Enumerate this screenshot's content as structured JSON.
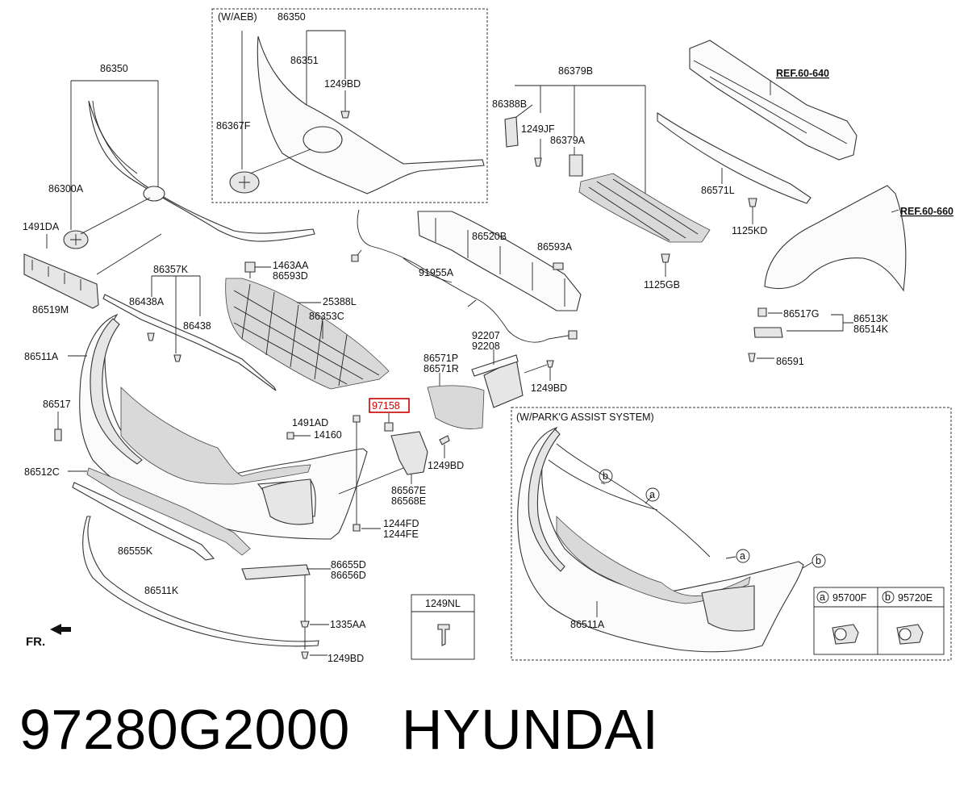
{
  "caption": {
    "part_number": "97280G2000",
    "brand": "HYUNDAI"
  },
  "highlight": {
    "label": "97158",
    "color": "#cc0000"
  },
  "frames": {
    "aeb": "(W/AEB)",
    "park_assist": "(W/PARK'G ASSIST SYSTEM)",
    "clip_box": "1249NL"
  },
  "refs": {
    "ref_640": "REF.60-640",
    "ref_660": "REF.60-660"
  },
  "front_marker": "FR.",
  "callouts": {
    "a": "a",
    "b": "b"
  },
  "legend": {
    "sensor_a": "95700F",
    "sensor_b": "95720E"
  },
  "labels": {
    "aeb_86350": "86350",
    "aeb_86351": "86351",
    "aeb_1249BD": "1249BD",
    "aeb_86367F": "86367F",
    "l86350": "86350",
    "l86300A": "86300A",
    "l1491DA": "1491DA",
    "l86519M": "86519M",
    "l86357K": "86357K",
    "l86438A": "86438A",
    "l86438": "86438",
    "l86511A": "86511A",
    "l86517": "86517",
    "l86512C": "86512C",
    "l86555K": "86555K",
    "l86511K": "86511K",
    "l1463AA": "1463AA",
    "l86593D": "86593D",
    "l25388L": "25388L",
    "l86353C": "86353C",
    "l1491AD": "1491AD",
    "l14160": "14160",
    "l1244FD": "1244FD",
    "l1244FE": "1244FE",
    "l86655D": "86655D",
    "l86656D": "86656D",
    "l1335AA": "1335AA",
    "l1249BD_bot": "1249BD",
    "l86379B": "86379B",
    "l86388B": "86388B",
    "l1249JF": "1249JF",
    "l86379A": "86379A",
    "l86520B": "86520B",
    "l86593A": "86593A",
    "l91955A": "91955A",
    "l1125GB": "1125GB",
    "l86571L": "86571L",
    "l1125KD": "1125KD",
    "l86517G": "86517G",
    "l86513K": "86513K",
    "l86514K": "86514K",
    "l86591": "86591",
    "l92207": "92207",
    "l92208": "92208",
    "l86571P": "86571P",
    "l86571R": "86571R",
    "l1249BD_mid": "1249BD",
    "l1249BD_br": "1249BD",
    "l86567E": "86567E",
    "l86568E": "86568E",
    "l86511A_park": "86511A"
  }
}
